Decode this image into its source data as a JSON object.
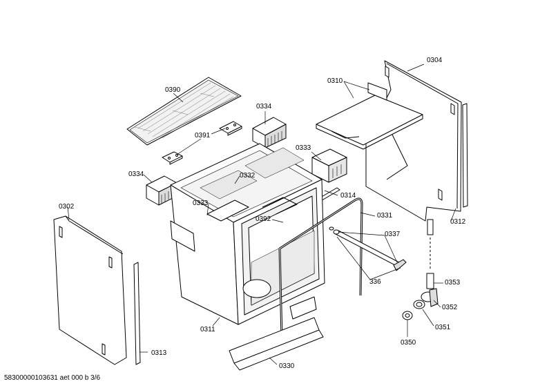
{
  "diagram": {
    "labels": {
      "l0304": "0304",
      "l0310": "0310",
      "l0390": "0390",
      "l0334a": "0334",
      "l0391": "0391",
      "l0333a": "0333",
      "l0334b": "0334",
      "l0332": "0332",
      "l0314": "0314",
      "l0302": "0302",
      "l0333b": "0333",
      "l0392": "0392",
      "l0331": "0331",
      "l0312": "0312",
      "l0337": "0337",
      "l336": "336",
      "l0353": "0353",
      "l0352": "0352",
      "l0351": "0351",
      "l0350": "0350",
      "l0311": "0311",
      "l0313": "0313",
      "l0330": "0330"
    },
    "footer": "58300000103631 aet 000 b 3/6"
  },
  "colors": {
    "line": "#000000",
    "background": "#ffffff",
    "shade": "#e6e6e6"
  }
}
